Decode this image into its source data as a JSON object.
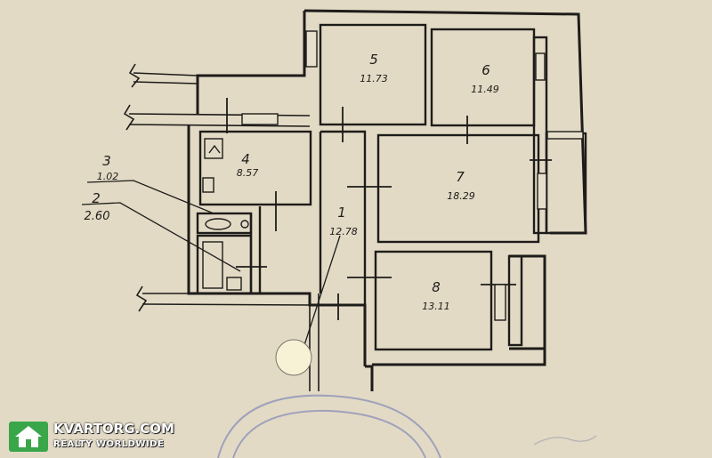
{
  "rooms": [
    {
      "id": "1",
      "area": "12.78"
    },
    {
      "id": "2",
      "area": "2.60"
    },
    {
      "id": "3",
      "area": "1.02"
    },
    {
      "id": "4",
      "area": "8.57"
    },
    {
      "id": "5",
      "area": "11.73"
    },
    {
      "id": "6",
      "area": "11.49"
    },
    {
      "id": "7",
      "area": "18.29"
    },
    {
      "id": "8",
      "area": "13.11"
    }
  ],
  "watermark": {
    "title": "KVARTORG.COM",
    "subtitle": "REALTY WORLDWIDE",
    "icon": "house-icon"
  },
  "colors": {
    "paper": "#e6dfcb",
    "ink": "#1e1c1a",
    "stamp": "#8a8fb8",
    "logo": "#3aa64a"
  }
}
